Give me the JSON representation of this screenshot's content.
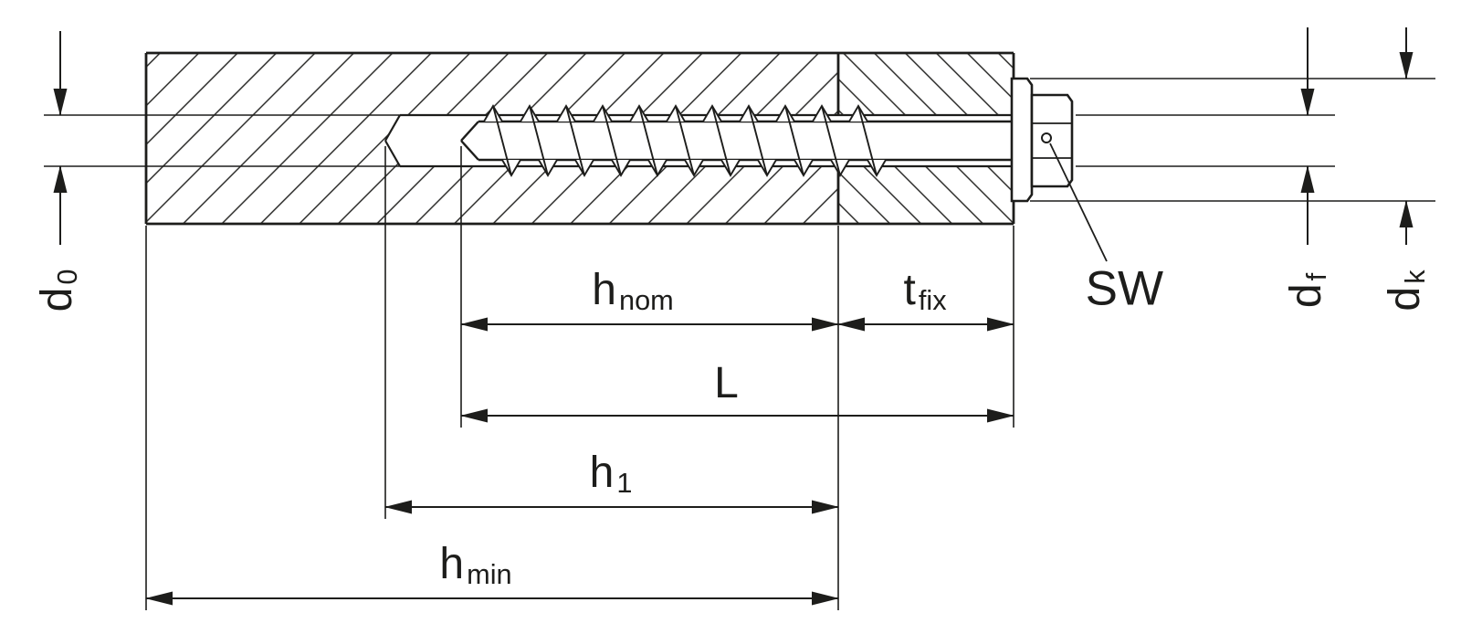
{
  "colors": {
    "line": "#1d1d1b",
    "background": "#ffffff"
  },
  "labels": {
    "d0": {
      "base": "d",
      "sub": "0"
    },
    "hnom": {
      "base": "h",
      "sub": "nom"
    },
    "tfix": {
      "base": "t",
      "sub": "fix"
    },
    "L": {
      "base": "L",
      "sub": ""
    },
    "h1": {
      "base": "h",
      "sub": "1"
    },
    "hmin": {
      "base": "h",
      "sub": "min"
    },
    "sw": {
      "base": "SW",
      "sub": ""
    },
    "df": {
      "base": "d",
      "sub": "f"
    },
    "dk": {
      "base": "d",
      "sub": "k"
    }
  }
}
